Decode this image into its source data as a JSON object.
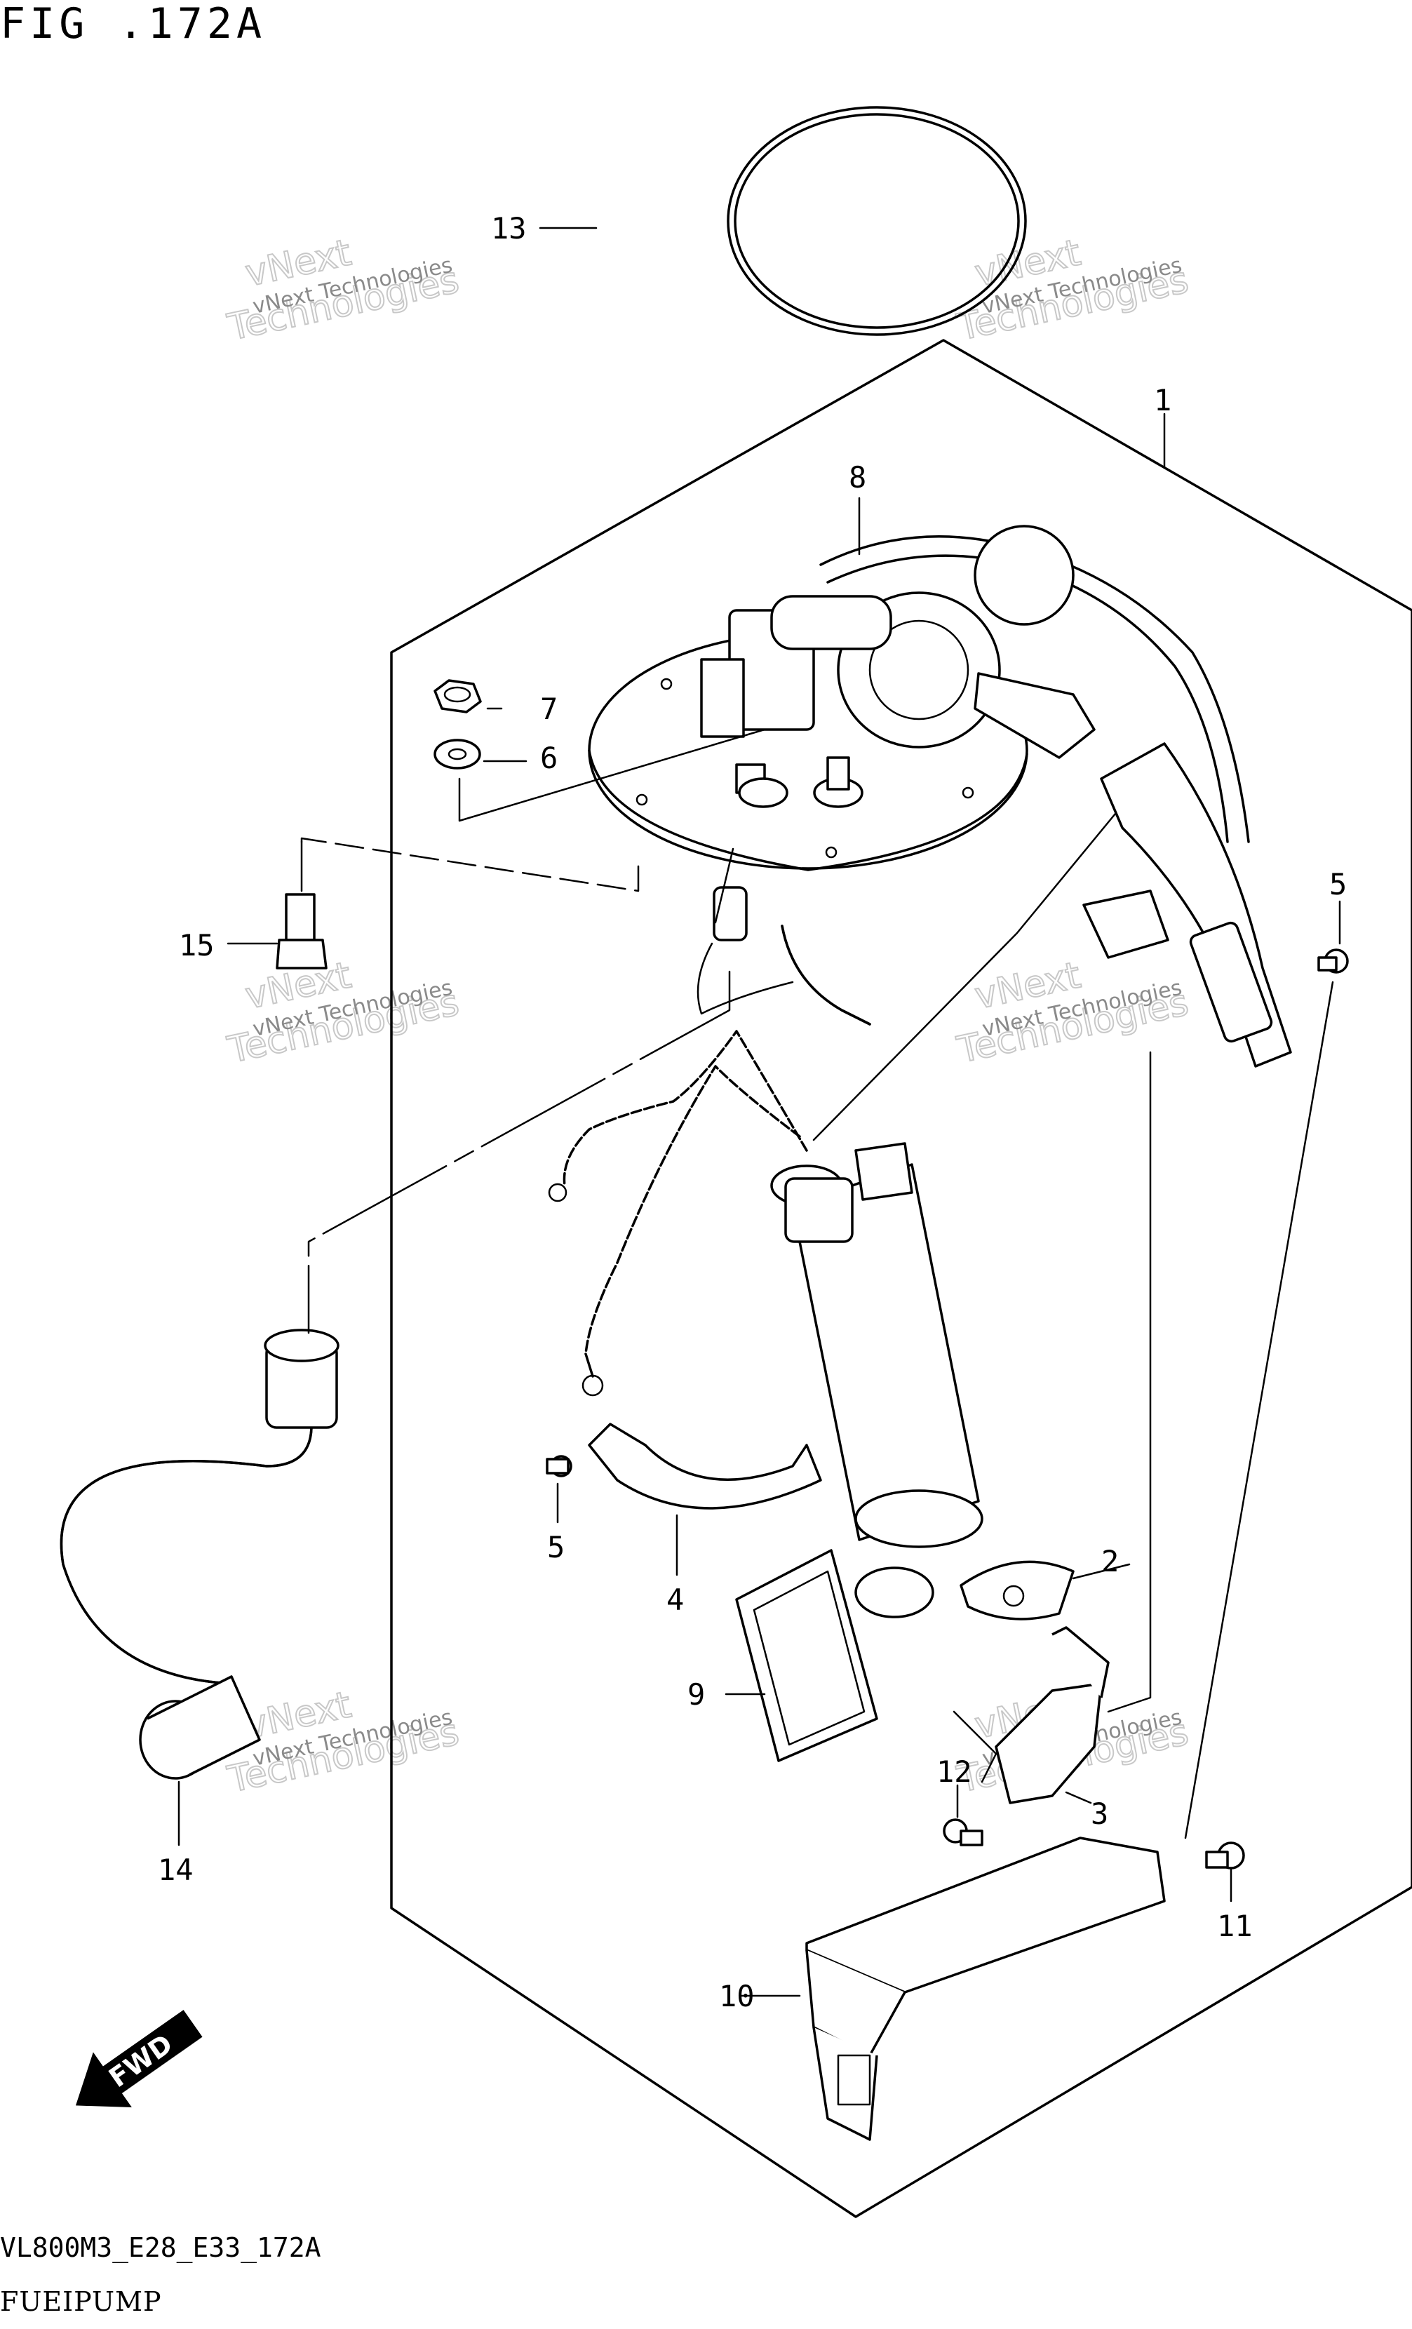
{
  "figure_title": "FIG .172A",
  "model_code": "VL800M3_E28_E33_172A",
  "subtitle": "FUEIPUMP",
  "fwd_label": "FWD",
  "watermark": {
    "line1": "vNext Technologies",
    "line2": "vNext",
    "line3": "Technologies"
  },
  "callouts": {
    "c1": "1",
    "c2": "2",
    "c3": "3",
    "c4": "4",
    "c5a": "5",
    "c5b": "5",
    "c6": "6",
    "c7": "7",
    "c8": "8",
    "c9": "9",
    "c10": "10",
    "c11": "11",
    "c12": "12",
    "c13": "13",
    "c14": "14",
    "c15": "15"
  }
}
